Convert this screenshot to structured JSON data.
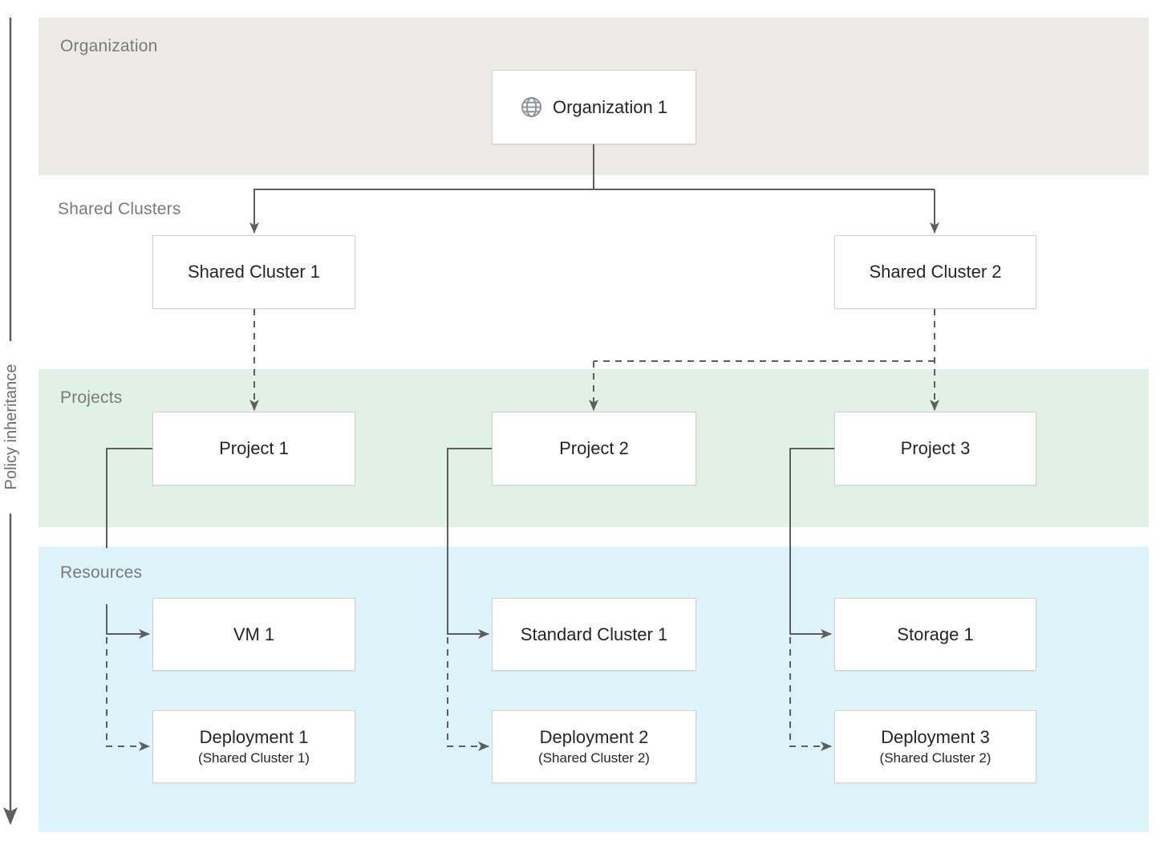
{
  "policy_axis": {
    "label": "Policy inheritance"
  },
  "bands": {
    "organization": {
      "label": "Organization"
    },
    "shared_clusters": {
      "label": "Shared Clusters"
    },
    "projects": {
      "label": "Projects"
    },
    "resources": {
      "label": "Resources"
    }
  },
  "nodes": {
    "organization1": {
      "label": "Organization 1",
      "icon": "globe-icon"
    },
    "shared_cluster1": {
      "label": "Shared Cluster 1"
    },
    "shared_cluster2": {
      "label": "Shared Cluster 2"
    },
    "project1": {
      "label": "Project 1"
    },
    "project2": {
      "label": "Project 2"
    },
    "project3": {
      "label": "Project 3"
    },
    "vm1": {
      "label": "VM 1"
    },
    "standard_cluster1": {
      "label": "Standard Cluster 1"
    },
    "storage1": {
      "label": "Storage 1"
    },
    "deployment1": {
      "label": "Deployment 1",
      "sublabel": "(Shared Cluster 1)"
    },
    "deployment2": {
      "label": "Deployment 2",
      "sublabel": "(Shared Cluster 2)"
    },
    "deployment3": {
      "label": "Deployment 3",
      "sublabel": "(Shared Cluster 2)"
    }
  },
  "edges": [
    {
      "from": "organization1",
      "to": "shared_cluster1",
      "style": "solid"
    },
    {
      "from": "organization1",
      "to": "shared_cluster2",
      "style": "solid"
    },
    {
      "from": "shared_cluster1",
      "to": "project1",
      "style": "dashed"
    },
    {
      "from": "shared_cluster2",
      "to": "project2",
      "style": "dashed"
    },
    {
      "from": "shared_cluster2",
      "to": "project3",
      "style": "dashed"
    },
    {
      "from": "project1",
      "to": "vm1",
      "style": "solid"
    },
    {
      "from": "project1",
      "to": "deployment1",
      "style": "dashed"
    },
    {
      "from": "project2",
      "to": "standard_cluster1",
      "style": "solid"
    },
    {
      "from": "project2",
      "to": "deployment2",
      "style": "dashed"
    },
    {
      "from": "project3",
      "to": "storage1",
      "style": "solid"
    },
    {
      "from": "project3",
      "to": "deployment3",
      "style": "dashed"
    }
  ],
  "colors": {
    "band-organization": "#ECEAE7",
    "band-projects": "#E2F1E6",
    "band-resources": "#DDF4FB",
    "node-bg": "#FFFFFF",
    "node-border": "#D4D2CF",
    "node-label": "#252525",
    "band-label": "#7A7A7A",
    "policy-label": "#6E6E6E",
    "line": "#5E5E5E",
    "globe-icon": "#8F959A"
  }
}
